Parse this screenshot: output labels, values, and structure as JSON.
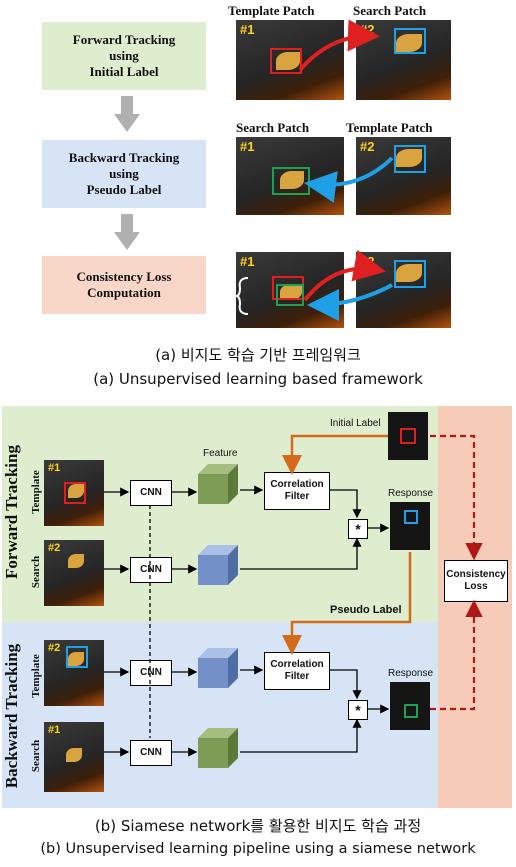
{
  "part_a": {
    "stages": [
      "Forward Tracking\nusing\nInitial Label",
      "Backward Tracking\nusing\nPseudo Label",
      "Consistency Loss\nComputation"
    ],
    "row1": {
      "left_label": "Template Patch",
      "right_label": "Search Patch",
      "left_num": "#1",
      "right_num": "#2"
    },
    "row2": {
      "left_label": "Search Patch",
      "right_label": "Template Patch",
      "left_num": "#1",
      "right_num": "#2"
    },
    "row3": {
      "left_num": "#1",
      "right_num": "#2"
    },
    "caption_ko": "(a) 비지도 학습 기반 프레임워크",
    "caption_en": "(a) Unsupervised learning based framework"
  },
  "part_b": {
    "forward_label": "Forward Tracking",
    "backward_label": "Backward Tracking",
    "template_label": "Template",
    "search_label": "Search",
    "img_nums": {
      "fwd_template": "#1",
      "fwd_search": "#2",
      "bwd_template": "#2",
      "bwd_search": "#1"
    },
    "cnn": "CNN",
    "feature": "Feature",
    "correlation_filter": "Correlation\nFilter",
    "multiply": "*",
    "response": "Response",
    "initial_label": "Initial Label",
    "pseudo_label": "Pseudo Label",
    "consistency_loss": "Consistency\nLoss",
    "caption_ko": "(b) Siamese network를 활용한 비지도 학습 과정",
    "caption_en": "(b) Unsupervised learning pipeline using a siamese network"
  },
  "colors": {
    "forward_bg": "#dfedcf",
    "backward_bg": "#d7e4f5",
    "loss_bg": "#f6cbb7",
    "red": "#e02020",
    "blue": "#1ea0e6",
    "green": "#1ea050",
    "orange_arrow": "#d46a1a"
  }
}
